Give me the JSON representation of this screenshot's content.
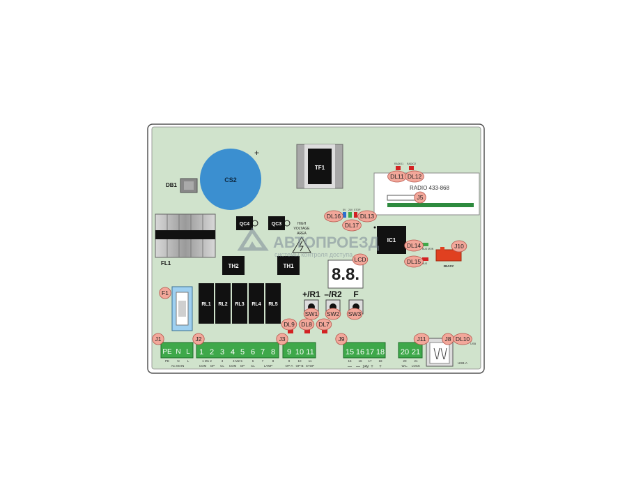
{
  "colors": {
    "board": "#d0e3cc",
    "board_border": "#555555",
    "terminal": "#3ea84a",
    "terminal_dark": "#1f6e2a",
    "capacitor": "#3b8fd0",
    "relay": "#111111",
    "badge": "#f2a79a",
    "badge_border": "#b5544a",
    "led_red": "#d32222",
    "connector_red": "#e04020",
    "watermark": "#8a9aa8"
  },
  "components": {
    "cs2": "CS2",
    "tf1": "TF1",
    "db1": "DB1",
    "qc4": "QC4",
    "qc3": "QC3",
    "th2": "TH2",
    "th1": "TH1",
    "ic1": "IC1",
    "fl1": "FL1",
    "rl": [
      "RL1",
      "RL2",
      "RL3",
      "RL4",
      "RL5"
    ],
    "high_voltage": [
      "HIGH",
      "VOLTAGE",
      "AREA"
    ],
    "lcd_display": "8.8.",
    "radio_module": "RADIO 433-868",
    "j10_sub": "2EASY",
    "usb_sub": "USB-A",
    "usb_led": "USB"
  },
  "badges": {
    "f1": "F1",
    "lcd": "LCD",
    "j5": "J5",
    "j10": "J10",
    "dl11": "DL11",
    "dl12": "DL12",
    "dl16": "DL16",
    "dl17": "DL17",
    "dl13": "DL13",
    "dl14": "DL14",
    "dl15": "DL15",
    "sw1": "SW1",
    "sw2": "SW2",
    "sw3": "SW3",
    "dl9": "DL9",
    "dl8": "DL8",
    "dl7": "DL7",
    "j1": "J1",
    "j2": "J2",
    "j3": "J3",
    "j9": "J9",
    "j11": "J11",
    "j8": "J8",
    "dl10": "DL10"
  },
  "buttons": {
    "sw1": "+/R1",
    "sw2": "–/R2",
    "sw3": "F"
  },
  "led_tiny": {
    "radio1": "RADIO1",
    "radio2": "RADIO2",
    "v5": "5V",
    "v24": "24V",
    "stop": "STOP",
    "bus_mon": "BUS MON",
    "bus": "BUS"
  },
  "terminal_blocks": {
    "j1": {
      "pins": [
        "PE",
        "N",
        "L"
      ],
      "under": [
        "PE",
        "N",
        "L"
      ],
      "caption": "AC MAIN"
    },
    "j2": {
      "pins": [
        "1",
        "2",
        "3",
        "4",
        "5",
        "6",
        "7",
        "8"
      ],
      "under": [
        "1 M1 2",
        "3",
        "4 M2 5",
        "6",
        "7",
        "8"
      ],
      "caption": [
        "COM",
        "OP",
        "CL",
        "COM",
        "OP",
        "CL",
        "LAMP"
      ]
    },
    "j3": {
      "pins": [
        "9",
        "10",
        "11"
      ],
      "under": [
        "9",
        "10",
        "11"
      ],
      "caption": [
        "OP-A",
        "OP-B",
        "STOP"
      ]
    },
    "j9": {
      "pins": [
        "15",
        "16",
        "17",
        "18"
      ],
      "under": [
        "15",
        "16",
        "17",
        "18"
      ],
      "caption": [
        "—",
        "—",
        "24V",
        "+",
        "+"
      ]
    },
    "j11": {
      "pins": [
        "20",
        "21"
      ],
      "under": [
        "20",
        "21"
      ],
      "caption": [
        "W.L.",
        "LOCK"
      ]
    }
  },
  "watermark": {
    "title": "АВТОПРОЕЗД",
    "subtitle": "системы контроля доступа"
  }
}
